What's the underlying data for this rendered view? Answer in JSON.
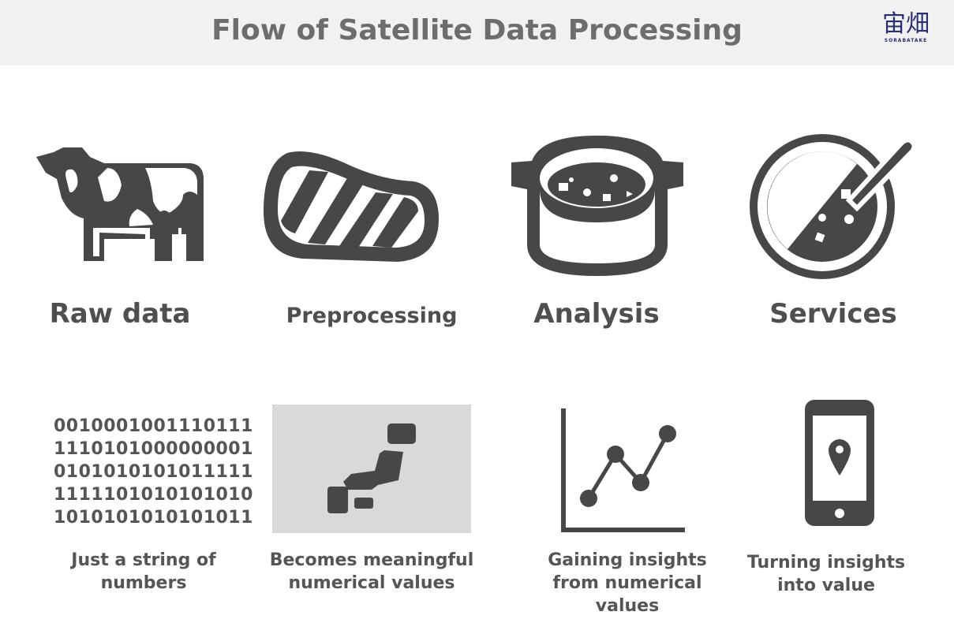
{
  "header": {
    "title": "Flow of Satellite Data Processing",
    "logo_main": "宙畑",
    "logo_sub": "SORABATAKE"
  },
  "stages": [
    {
      "icon": "cow-icon",
      "label": "Raw data",
      "caption": [
        "Just a string of",
        "numbers"
      ]
    },
    {
      "icon": "steak-icon",
      "label": "Preprocessing",
      "caption": [
        "Becomes meaningful",
        "numerical values"
      ]
    },
    {
      "icon": "pot-icon",
      "label": "Analysis",
      "caption": [
        "Gaining insights",
        "from numerical",
        "values"
      ]
    },
    {
      "icon": "curry-plate-icon",
      "label": "Services",
      "caption": [
        "Turning insights",
        "into value"
      ]
    }
  ],
  "binary_lines": [
    "0010001001110111",
    "1110101000000001",
    "0101010101011111",
    "1111101010101010",
    "1010101010101011"
  ],
  "colors": {
    "icon": "#474747",
    "header_bg": "#f1f1f1",
    "map_bg": "#d9d9d9"
  }
}
